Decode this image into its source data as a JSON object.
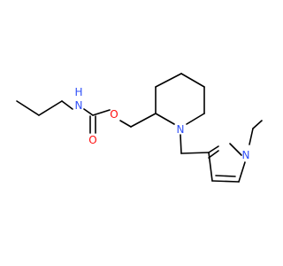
{
  "molecule": {
    "atoms": {
      "n_carbamate": {
        "symbol": "N",
        "hydrogens": "H",
        "color": "#3050F8"
      },
      "o_ester": {
        "symbol": "O",
        "color": "#FF0D0D"
      },
      "o_carbonyl": {
        "symbol": "O",
        "color": "#FF0D0D"
      },
      "n_piperidine": {
        "symbol": "N",
        "color": "#3050F8"
      },
      "n_pyrrole": {
        "symbol": "N",
        "color": "#3050F8"
      }
    },
    "bond_color": "#000000"
  }
}
